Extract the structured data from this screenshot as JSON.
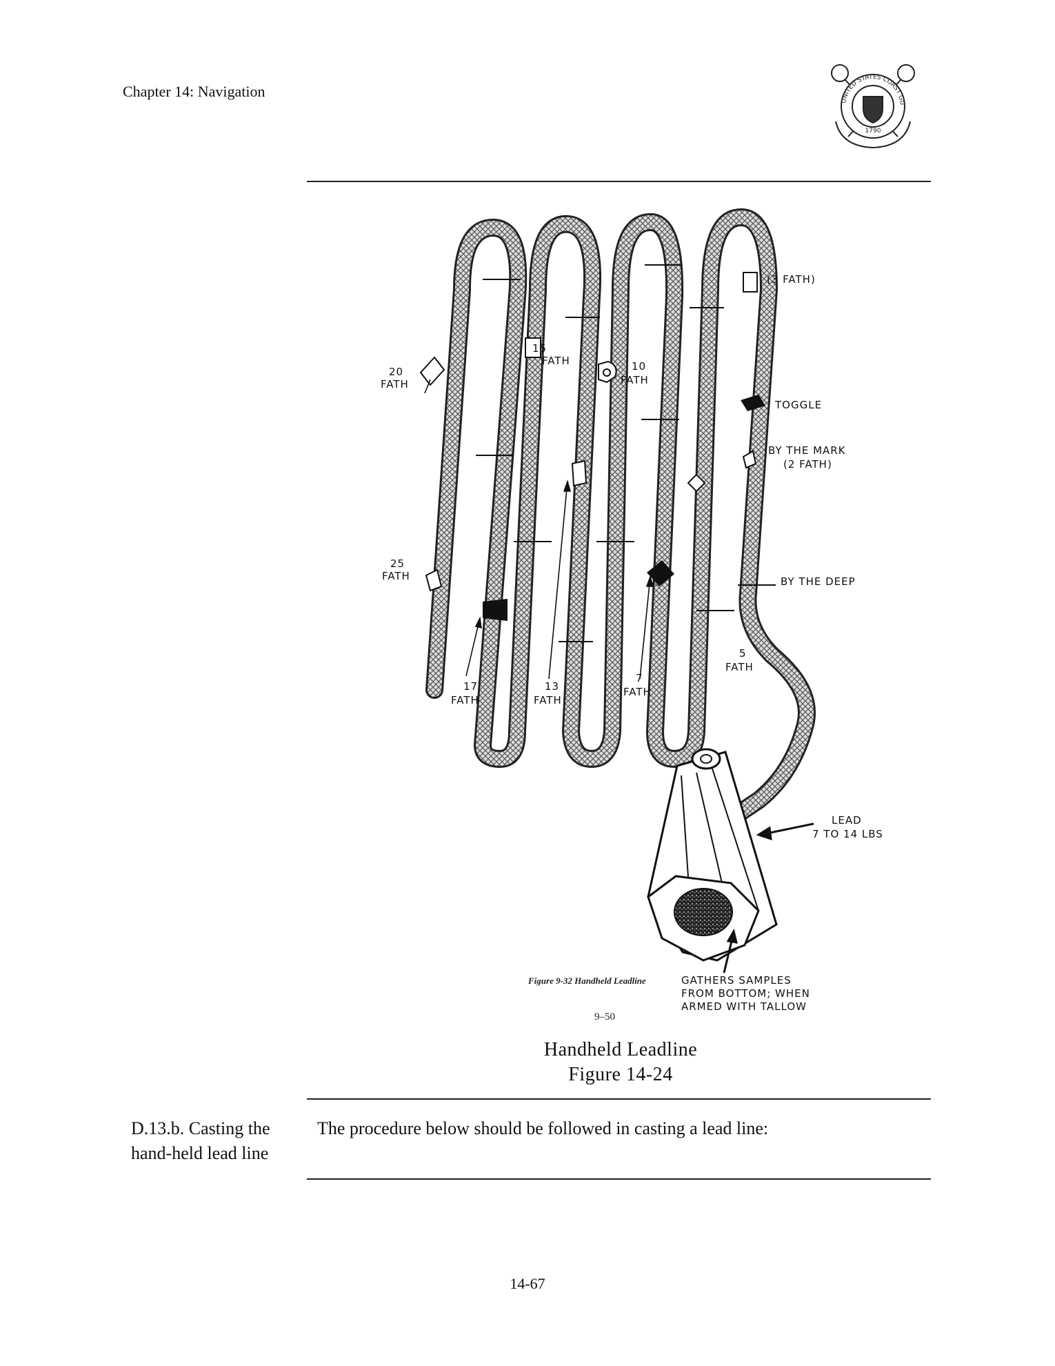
{
  "header": {
    "chapter_title": "Chapter 14:  Navigation",
    "seal": {
      "upper_text": "UNITED STATES COAST GUARD",
      "lower_text": "1790"
    }
  },
  "figure": {
    "labels": {
      "fath_3": "(3 FATH)",
      "fath_15_num": "15",
      "fath_15_unit": "FATH",
      "fath_10_num": "10",
      "fath_10_unit": "FATH",
      "fath_20_num": "20",
      "fath_20_unit": "FATH",
      "toggle": "TOGGLE",
      "by_the_mark": "BY THE MARK",
      "by_the_mark_sub": "(2 FATH)",
      "fath_25_num": "25",
      "fath_25_unit": "FATH",
      "by_the_deep": "BY THE DEEP",
      "fath_5_num": "5",
      "fath_5_unit": "FATH",
      "fath_17_num": "17",
      "fath_17_unit": "FATH",
      "fath_13_num": "13",
      "fath_13_unit": "FATH",
      "fath_7_num": "7",
      "fath_7_unit": "FATH",
      "lead_line1": "LEAD",
      "lead_line2": "7 TO 14 LBS",
      "gathers_line1": "GATHERS SAMPLES",
      "gathers_line2": "FROM BOTTOM; WHEN",
      "gathers_line3": "ARMED WITH TALLOW",
      "source_caption": "Figure 9-32 Handheld Leadline",
      "source_page": "9–50"
    },
    "caption_title": "Handheld Leadline",
    "caption_number": "Figure 14-24"
  },
  "section": {
    "heading_line1": "D.13.b.  Casting the",
    "heading_line2": "hand-held lead line",
    "body": "The procedure below should be followed in casting a lead line:"
  },
  "footer": {
    "page_number": "14-67"
  }
}
